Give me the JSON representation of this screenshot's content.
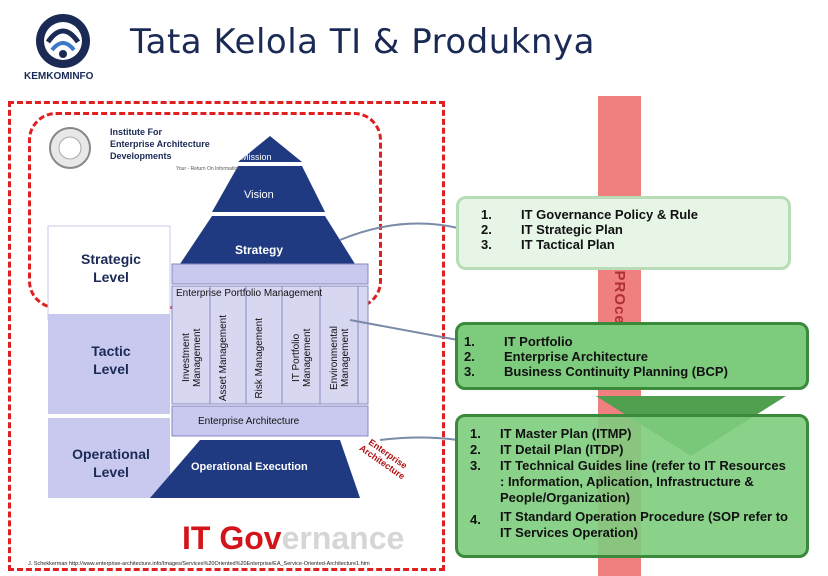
{
  "header": {
    "title": "Tata Kelola TI & Produknya",
    "logo_text": "KEMKOMINFO"
  },
  "institute": {
    "line1": "Institute For",
    "line2": "Enterprise Architecture",
    "line3": "Developments",
    "tagline": "Your - Return On Information"
  },
  "pyramid": {
    "mission": "Mission",
    "vision": "Vision",
    "strategy": "Strategy",
    "portfolio_band": "Enterprise Portfolio Management",
    "columns": [
      "Investment Management",
      "Asset Management",
      "Risk Management",
      "IT Portfolio Management",
      "Environmental Management"
    ],
    "architecture_band": "Enterprise Architecture",
    "operational": "Operational Execution",
    "tilted_label": "Enterprise Architecture"
  },
  "levels": {
    "strategic": [
      "Strategic",
      "Level"
    ],
    "tactic": [
      "Tactic",
      "Level"
    ],
    "operational": [
      "Operational",
      "Level"
    ]
  },
  "it_process_label": "IT PROces",
  "strategic_items": [
    {
      "num": "1.",
      "text": "IT Governance Policy & Rule"
    },
    {
      "num": "2.",
      "text": "IT Strategic Plan"
    },
    {
      "num": "3.",
      "text": "IT Tactical Plan"
    }
  ],
  "tactic_items": [
    {
      "num": "1.",
      "text": "IT Portfolio"
    },
    {
      "num": "2.",
      "text": "Enterprise Architecture"
    },
    {
      "num": "3.",
      "text": "Business Continuity Planning (BCP)"
    }
  ],
  "operational_items": [
    {
      "num": "1.",
      "text": "IT Master Plan (ITMP)"
    },
    {
      "num": "2.",
      "text": "IT Detail Plan (ITDP)"
    },
    {
      "num": "3.",
      "text": "IT Technical Guides line (refer to IT Resources : Information, Aplication, Infrastructure & People/Organization)"
    },
    {
      "num": "4.",
      "text": "IT Standard Operation Procedure (SOP refer to IT Services Operation)"
    }
  ],
  "it_governance": {
    "visible": "IT Gov",
    "faded": "ernance"
  },
  "reference": "J. Schekkerman http://www.enterprise-architecture.info/Images/Services%20Oriented%20Enterprise/EA_Service-Oriented-Architecture1.htm",
  "colors": {
    "title": "#1a2a55",
    "dashed_frame": "#e02020",
    "pyramid_blue": "#1f3a80",
    "lavender": "#c9c9ef",
    "green_box": "#7dcc7d",
    "red_bar": "#f08080",
    "it_governance": "#d4141b"
  }
}
